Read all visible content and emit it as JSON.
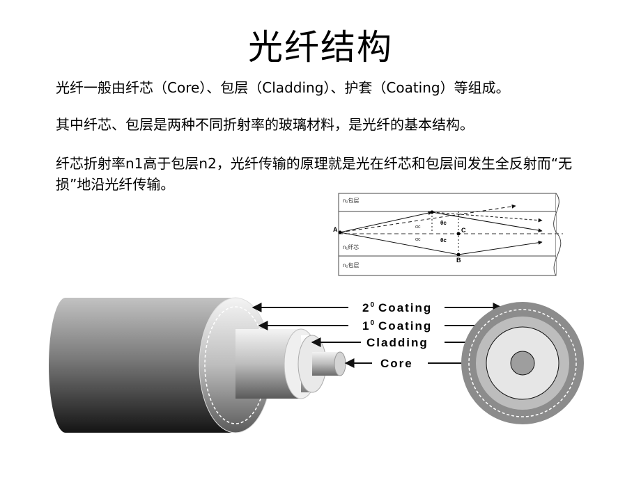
{
  "slide": {
    "title": "光纤结构",
    "paragraphs": [
      "光纤一般由纤芯（Core）、包层（Cladding）、护套（Coating）等组成。",
      "其中纤芯、包层是两种不同折射率的玻璃材料，是光纤的基本结构。",
      "纤芯折射率n1高于包层n2，光纤传输的原理就是光在纤芯和包层间发生全反射而“无损”地沿光纤传输。"
    ]
  },
  "ray_diagram": {
    "label_top": "n₂包层",
    "label_core": "n₁纤芯",
    "label_bottom": "n₂包层",
    "point_a": "A",
    "point_b": "B",
    "point_c": "C",
    "angle_theta_top": "θc",
    "angle_theta_bottom": "θc",
    "angle_alpha_top": "αc",
    "angle_alpha_bottom": "αc"
  },
  "structure": {
    "coating2_base": "2",
    "coating2_sup": "0",
    "coating2_word": "Coating",
    "coating1_base": "1",
    "coating1_sup": "0",
    "coating1_word": "Coating",
    "cladding": "Cladding",
    "core": "Core"
  },
  "colors": {
    "outer_coating": "#8c8c8c",
    "inner_coating": "#bdbdbd",
    "cladding": "#e6e6e6",
    "core": "#9e9e9e"
  }
}
